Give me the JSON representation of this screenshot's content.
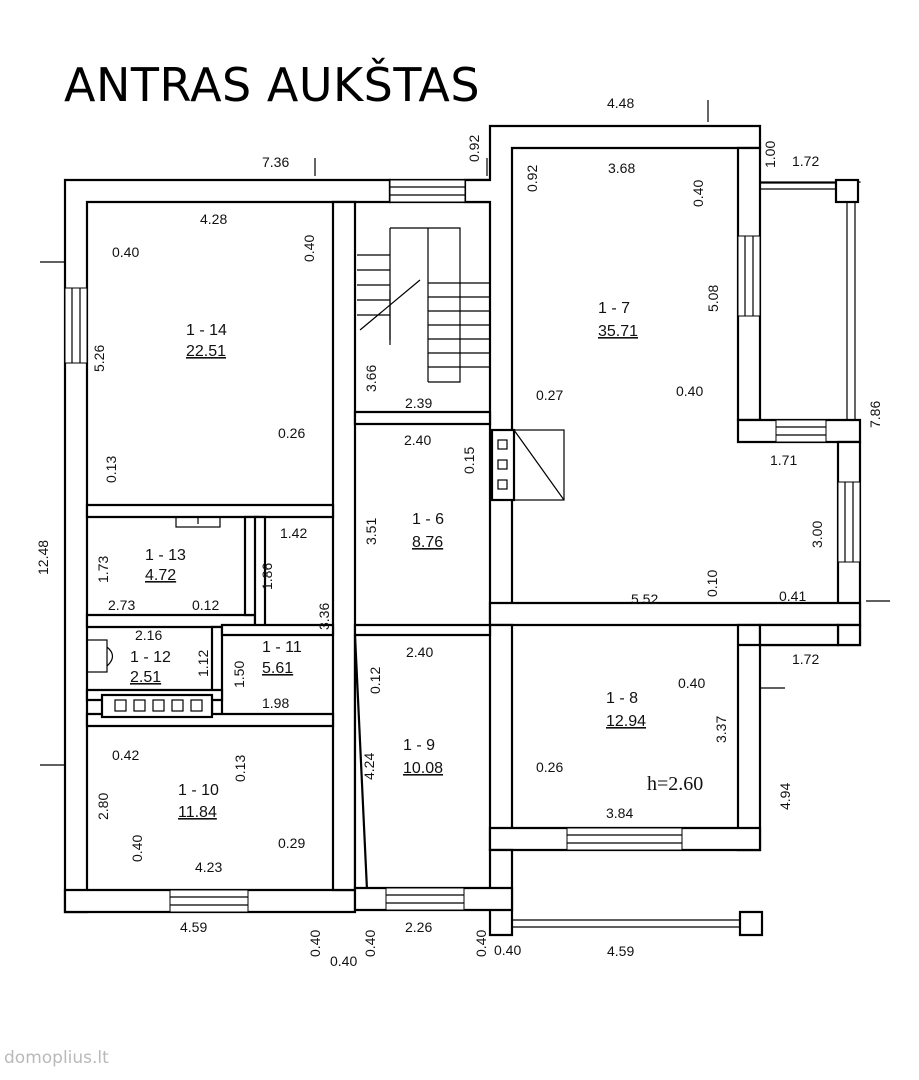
{
  "title": "ANTRAS AUKŠTAS",
  "watermark": "domoplius.lt",
  "height_note": "h=2.60",
  "rooms": [
    {
      "id": "1 - 14",
      "area": "22.51"
    },
    {
      "id": "1 - 7",
      "area": "35.71"
    },
    {
      "id": "1 - 6",
      "area": "8.76"
    },
    {
      "id": "1 - 13",
      "area": "4.72"
    },
    {
      "id": "1 - 12",
      "area": "2.51"
    },
    {
      "id": "1 - 11",
      "area": "5.61"
    },
    {
      "id": "1 - 10",
      "area": "11.84"
    },
    {
      "id": "1 - 9",
      "area": "10.08"
    },
    {
      "id": "1 - 8",
      "area": "12.94"
    }
  ],
  "dimensions": [
    "7.36",
    "4.28",
    "0.40",
    "0.40",
    "5.26",
    "12.48",
    "0.26",
    "0.13",
    "0.92",
    "0.92",
    "4.48",
    "3.68",
    "0.40",
    "1.00",
    "1.72",
    "5.08",
    "7.86",
    "0.40",
    "0.27",
    "3.66",
    "2.39",
    "2.40",
    "0.15",
    "1.71",
    "3.00",
    "0.10",
    "5.52",
    "0.41",
    "3.51",
    "1.42",
    "1.73",
    "1.86",
    "2.73",
    "0.12",
    "3.36",
    "2.16",
    "1.12",
    "1.50",
    "1.98",
    "2.40",
    "0.12",
    "1.72",
    "0.40",
    "3.37",
    "4.24",
    "0.26",
    "4.94",
    "0.42",
    "0.13",
    "2.80",
    "0.40",
    "0.29",
    "4.23",
    "3.84",
    "4.59",
    "0.40",
    "0.40",
    "0.40",
    "2.26",
    "0.40",
    "0.40",
    "4.59"
  ]
}
